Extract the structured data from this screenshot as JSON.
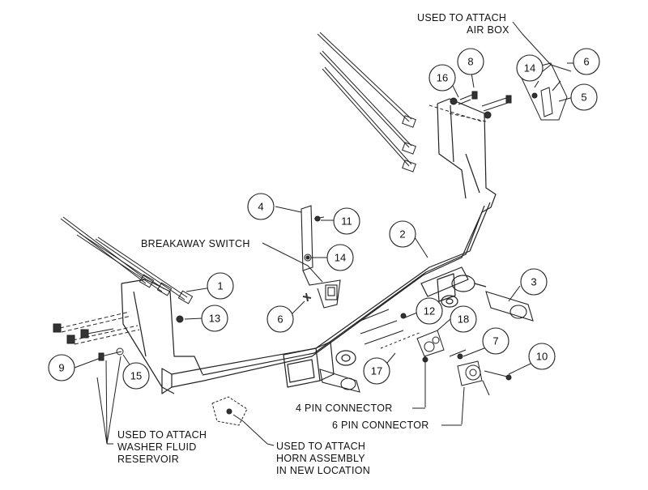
{
  "callouts": {
    "c1": "1",
    "c2": "2",
    "c3": "3",
    "c4": "4",
    "c5": "5",
    "c6a": "6",
    "c6b": "6",
    "c7": "7",
    "c8": "8",
    "c9": "9",
    "c10": "10",
    "c11": "11",
    "c12": "12",
    "c13": "13",
    "c14a": "14",
    "c14b": "14",
    "c15": "15",
    "c16": "16",
    "c17": "17",
    "c18": "18"
  },
  "annotations": {
    "air_box_l1": "USED TO ATTACH",
    "air_box_l2": "AIR BOX",
    "breakaway_switch": "BREAKAWAY SWITCH",
    "four_pin": "4 PIN CONNECTOR",
    "six_pin": "6 PIN CONNECTOR",
    "washer_l1": "USED TO ATTACH",
    "washer_l2": "WASHER FLUID",
    "washer_l3": "RESERVOIR",
    "horn_l1": "USED TO ATTACH",
    "horn_l2": "HORN ASSEMBLY",
    "horn_l3": "IN NEW LOCATION"
  },
  "colors": {
    "line": "#222222",
    "background": "#ffffff"
  }
}
